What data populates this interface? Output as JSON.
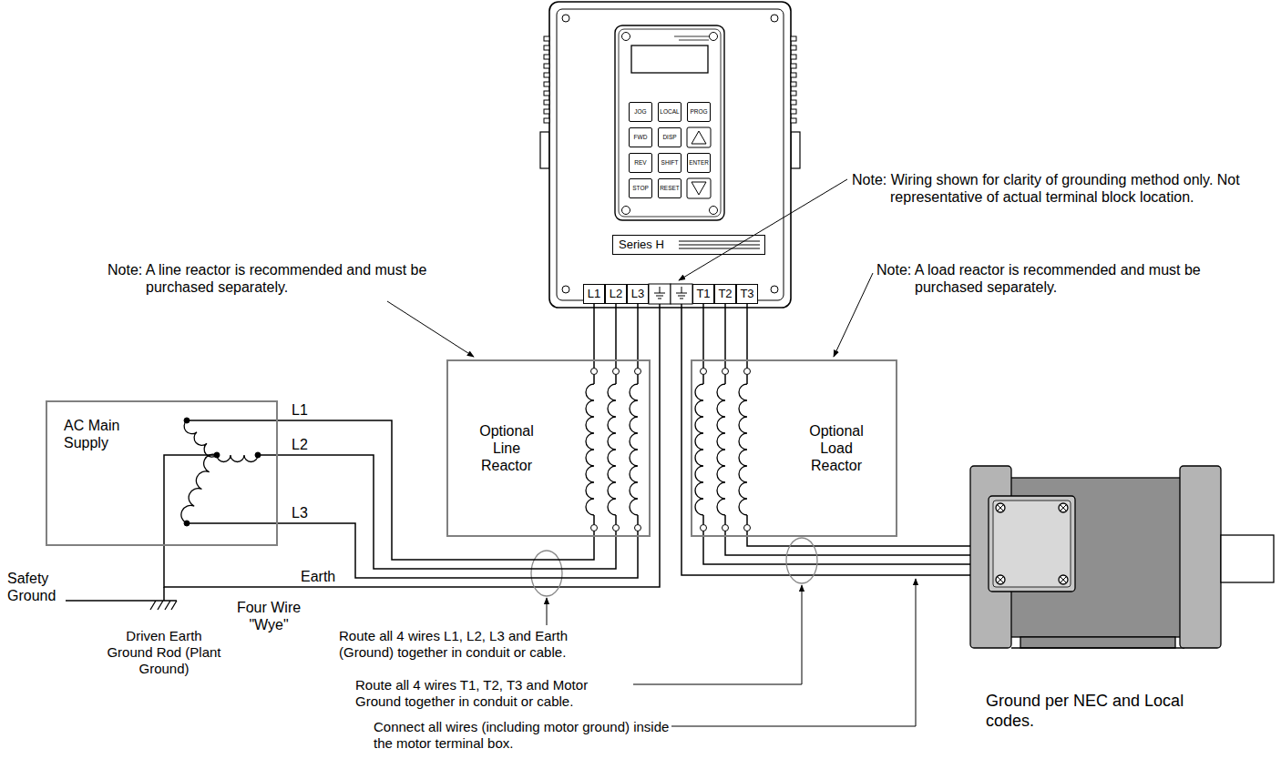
{
  "diagram": {
    "nodes": [
      {
        "text": [
          "JOG"
        ]
      },
      {
        "text": [
          "LOCAL"
        ]
      },
      {
        "text": [
          "PROG"
        ]
      },
      {
        "text": [
          "FWD"
        ]
      },
      {
        "text": [
          "DISP"
        ]
      },
      {
        "text": [
          "REV"
        ]
      },
      {
        "text": [
          "SHIFT"
        ]
      },
      {
        "text": [
          "ENTER"
        ]
      },
      {
        "text": [
          "STOP"
        ]
      },
      {
        "text": [
          "RESET"
        ]
      },
      {
        "text": [
          "Series H"
        ]
      },
      {
        "text": [
          "L1"
        ]
      },
      {
        "text": [
          "L2"
        ]
      },
      {
        "text": [
          "L3"
        ]
      },
      {
        "text": [
          "T1"
        ]
      },
      {
        "text": [
          "T2"
        ]
      },
      {
        "text": [
          "T3"
        ]
      },
      {
        "text": [
          "AC Main Supply"
        ]
      },
      {
        "text": [
          "Optional Line Reactor"
        ]
      },
      {
        "text": [
          "Optional Load Reactor"
        ]
      }
    ],
    "edges": [
      {
        "from": 17,
        "to": 18,
        "label": "L1",
        "arrow": "none"
      },
      {
        "from": 17,
        "to": 18,
        "label": "L2",
        "arrow": "none"
      },
      {
        "from": 17,
        "to": 18,
        "label": "L3",
        "arrow": "none"
      },
      {
        "from": 18,
        "to": 11,
        "arrow": "none"
      },
      {
        "from": 18,
        "to": 12,
        "arrow": "none"
      },
      {
        "from": 18,
        "to": 13,
        "arrow": "none"
      },
      {
        "from": 14,
        "to": 19,
        "arrow": "none"
      },
      {
        "from": 15,
        "to": 19,
        "arrow": "none"
      },
      {
        "from": 16,
        "to": 19,
        "arrow": "none"
      }
    ],
    "labels": [
      "Note: A line reactor is recommended and must be purchased separately.",
      "Note: Wiring shown for clarity of grounding method only. Not representative of actual terminal block location.",
      "Note: A load reactor is recommended and must be purchased separately.",
      "Four Wire \"Wye\"",
      "Earth",
      "Safety Ground",
      "Driven Earth Ground Rod (Plant Ground)",
      "Route all 4 wires L1, L2, L3 and Earth (Ground) together in conduit or cable.",
      "Route all 4 wires T1, T2, T3 and Motor Ground together in conduit or cable.",
      "Connect all wires (including motor ground) inside the motor terminal box.",
      "Ground per NEC and Local codes."
    ]
  }
}
